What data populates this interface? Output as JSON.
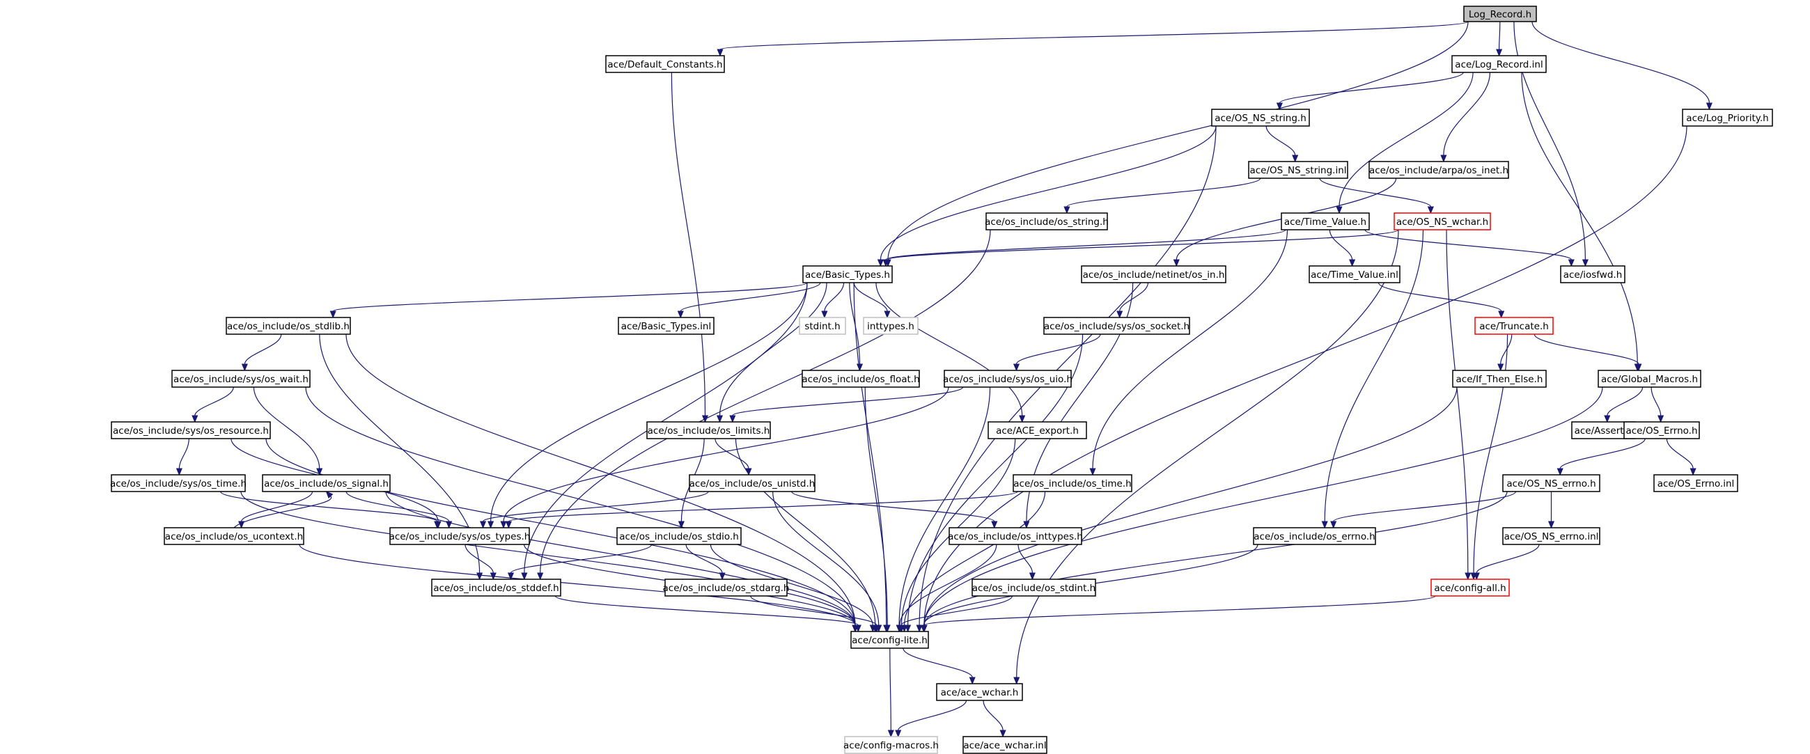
{
  "title": "",
  "colors": {
    "edge": "#191970",
    "root_fill": "#bfbfbf",
    "normal_border": "#000000",
    "truncated_border": "#ff0000",
    "external_border": "#bfbfbf",
    "external_text": "#7f7f7f"
  },
  "nodes": [
    {
      "id": "log_record_h",
      "label": "Log_Record.h",
      "kind": "root"
    },
    {
      "id": "default_constants",
      "label": "ace/Default_Constants.h",
      "kind": "normal"
    },
    {
      "id": "log_record_inl",
      "label": "ace/Log_Record.inl",
      "kind": "normal"
    },
    {
      "id": "log_priority",
      "label": "ace/Log_Priority.h",
      "kind": "normal"
    },
    {
      "id": "os_ns_string_h",
      "label": "ace/OS_NS_string.h",
      "kind": "normal"
    },
    {
      "id": "os_ns_string_inl",
      "label": "ace/OS_NS_string.inl",
      "kind": "normal"
    },
    {
      "id": "arpa_inet",
      "label": "ace/os_include/arpa/os_inet.h",
      "kind": "normal"
    },
    {
      "id": "os_string",
      "label": "ace/os_include/os_string.h",
      "kind": "normal"
    },
    {
      "id": "time_value_h",
      "label": "ace/Time_Value.h",
      "kind": "normal"
    },
    {
      "id": "os_ns_wchar",
      "label": "ace/OS_NS_wchar.h",
      "kind": "truncated"
    },
    {
      "id": "basic_types_h",
      "label": "ace/Basic_Types.h",
      "kind": "normal"
    },
    {
      "id": "netinet_in",
      "label": "ace/os_include/netinet/os_in.h",
      "kind": "normal"
    },
    {
      "id": "time_value_inl",
      "label": "ace/Time_Value.inl",
      "kind": "normal"
    },
    {
      "id": "iosfwd",
      "label": "ace/iosfwd.h",
      "kind": "normal"
    },
    {
      "id": "os_stdlib",
      "label": "ace/os_include/os_stdlib.h",
      "kind": "normal"
    },
    {
      "id": "basic_types_inl",
      "label": "ace/Basic_Types.inl",
      "kind": "normal"
    },
    {
      "id": "stdint",
      "label": "stdint.h",
      "kind": "external"
    },
    {
      "id": "inttypes",
      "label": "inttypes.h",
      "kind": "external"
    },
    {
      "id": "sys_socket",
      "label": "ace/os_include/sys/os_socket.h",
      "kind": "normal"
    },
    {
      "id": "truncate",
      "label": "ace/Truncate.h",
      "kind": "truncated"
    },
    {
      "id": "sys_wait",
      "label": "ace/os_include/sys/os_wait.h",
      "kind": "normal"
    },
    {
      "id": "os_float",
      "label": "ace/os_include/os_float.h",
      "kind": "normal"
    },
    {
      "id": "sys_uio",
      "label": "ace/os_include/sys/os_uio.h",
      "kind": "normal"
    },
    {
      "id": "if_then_else",
      "label": "ace/If_Then_Else.h",
      "kind": "normal"
    },
    {
      "id": "global_macros",
      "label": "ace/Global_Macros.h",
      "kind": "normal"
    },
    {
      "id": "sys_resource",
      "label": "ace/os_include/sys/os_resource.h",
      "kind": "normal"
    },
    {
      "id": "os_limits",
      "label": "ace/os_include/os_limits.h",
      "kind": "normal"
    },
    {
      "id": "ace_export",
      "label": "ace/ACE_export.h",
      "kind": "normal"
    },
    {
      "id": "assert",
      "label": "ace/Assert.h",
      "kind": "normal"
    },
    {
      "id": "os_errno_h",
      "label": "ace/OS_Errno.h",
      "kind": "normal"
    },
    {
      "id": "sys_time",
      "label": "ace/os_include/sys/os_time.h",
      "kind": "normal"
    },
    {
      "id": "os_signal",
      "label": "ace/os_include/os_signal.h",
      "kind": "normal"
    },
    {
      "id": "os_unistd",
      "label": "ace/os_include/os_unistd.h",
      "kind": "normal"
    },
    {
      "id": "os_time",
      "label": "ace/os_include/os_time.h",
      "kind": "normal"
    },
    {
      "id": "os_ns_errno_h",
      "label": "ace/OS_NS_errno.h",
      "kind": "normal"
    },
    {
      "id": "os_errno_inl",
      "label": "ace/OS_Errno.inl",
      "kind": "normal"
    },
    {
      "id": "os_ucontext",
      "label": "ace/os_include/os_ucontext.h",
      "kind": "normal"
    },
    {
      "id": "sys_types",
      "label": "ace/os_include/sys/os_types.h",
      "kind": "normal"
    },
    {
      "id": "os_stdio",
      "label": "ace/os_include/os_stdio.h",
      "kind": "normal"
    },
    {
      "id": "os_inttypes",
      "label": "ace/os_include/os_inttypes.h",
      "kind": "normal"
    },
    {
      "id": "os_include_errno",
      "label": "ace/os_include/os_errno.h",
      "kind": "normal"
    },
    {
      "id": "os_ns_errno_inl",
      "label": "ace/OS_NS_errno.inl",
      "kind": "normal"
    },
    {
      "id": "os_stddef",
      "label": "ace/os_include/os_stddef.h",
      "kind": "normal"
    },
    {
      "id": "os_stdarg",
      "label": "ace/os_include/os_stdarg.h",
      "kind": "normal"
    },
    {
      "id": "os_stdint",
      "label": "ace/os_include/os_stdint.h",
      "kind": "normal"
    },
    {
      "id": "config_all",
      "label": "ace/config-all.h",
      "kind": "truncated"
    },
    {
      "id": "config_lite",
      "label": "ace/config-lite.h",
      "kind": "normal"
    },
    {
      "id": "ace_wchar_h",
      "label": "ace/ace_wchar.h",
      "kind": "normal"
    },
    {
      "id": "config_macros",
      "label": "ace/config-macros.h",
      "kind": "external"
    },
    {
      "id": "ace_wchar_inl",
      "label": "ace/ace_wchar.inl",
      "kind": "normal"
    }
  ],
  "edges": [
    [
      "log_record_h",
      "default_constants"
    ],
    [
      "log_record_h",
      "log_record_inl"
    ],
    [
      "log_record_h",
      "basic_types_h"
    ],
    [
      "log_record_h",
      "iosfwd"
    ],
    [
      "log_record_h",
      "log_priority"
    ],
    [
      "default_constants",
      "os_limits"
    ],
    [
      "log_record_inl",
      "os_ns_string_h"
    ],
    [
      "log_record_inl",
      "arpa_inet"
    ],
    [
      "log_record_inl",
      "time_value_h"
    ],
    [
      "log_record_inl",
      "global_macros"
    ],
    [
      "log_priority",
      "config_lite"
    ],
    [
      "os_ns_string_h",
      "os_ns_string_inl"
    ],
    [
      "os_ns_string_h",
      "basic_types_h"
    ],
    [
      "os_ns_string_h",
      "config_lite"
    ],
    [
      "os_ns_string_inl",
      "os_ns_wchar"
    ],
    [
      "os_ns_string_inl",
      "os_string"
    ],
    [
      "arpa_inet",
      "netinet_in"
    ],
    [
      "os_string",
      "os_stddef"
    ],
    [
      "time_value_h",
      "time_value_inl"
    ],
    [
      "time_value_h",
      "basic_types_h"
    ],
    [
      "time_value_h",
      "iosfwd"
    ],
    [
      "time_value_h",
      "os_time"
    ],
    [
      "os_ns_wchar",
      "basic_types_h"
    ],
    [
      "os_ns_wchar",
      "os_include_errno"
    ],
    [
      "os_ns_wchar",
      "config_all"
    ],
    [
      "os_ns_wchar",
      "ace_wchar_h"
    ],
    [
      "basic_types_h",
      "os_stdlib"
    ],
    [
      "basic_types_h",
      "basic_types_inl"
    ],
    [
      "basic_types_h",
      "stdint"
    ],
    [
      "basic_types_h",
      "inttypes"
    ],
    [
      "basic_types_h",
      "os_float"
    ],
    [
      "basic_types_h",
      "ace_export"
    ],
    [
      "basic_types_h",
      "os_limits"
    ],
    [
      "basic_types_h",
      "sys_types"
    ],
    [
      "basic_types_h",
      "os_stddef"
    ],
    [
      "basic_types_h",
      "config_lite"
    ],
    [
      "netinet_in",
      "sys_socket"
    ],
    [
      "netinet_in",
      "os_inttypes"
    ],
    [
      "time_value_inl",
      "truncate"
    ],
    [
      "os_stdlib",
      "sys_wait"
    ],
    [
      "os_stdlib",
      "os_stddef"
    ],
    [
      "os_stdlib",
      "config_lite"
    ],
    [
      "sys_socket",
      "sys_uio"
    ],
    [
      "sys_socket",
      "config_lite"
    ],
    [
      "truncate",
      "if_then_else"
    ],
    [
      "truncate",
      "global_macros"
    ],
    [
      "truncate",
      "config_all"
    ],
    [
      "sys_wait",
      "sys_resource"
    ],
    [
      "sys_wait",
      "os_signal"
    ],
    [
      "sys_wait",
      "config_lite"
    ],
    [
      "os_float",
      "config_lite"
    ],
    [
      "sys_uio",
      "os_limits"
    ],
    [
      "sys_uio",
      "sys_types"
    ],
    [
      "sys_uio",
      "config_lite"
    ],
    [
      "if_then_else",
      "config_lite"
    ],
    [
      "global_macros",
      "assert"
    ],
    [
      "global_macros",
      "os_errno_h"
    ],
    [
      "global_macros",
      "config_lite"
    ],
    [
      "sys_resource",
      "sys_time"
    ],
    [
      "sys_resource",
      "sys_types"
    ],
    [
      "sys_resource",
      "config_lite"
    ],
    [
      "os_limits",
      "os_unistd"
    ],
    [
      "os_limits",
      "os_stdio"
    ],
    [
      "os_limits",
      "config_lite"
    ],
    [
      "ace_export",
      "config_lite"
    ],
    [
      "os_errno_h",
      "os_errno_inl"
    ],
    [
      "os_errno_h",
      "os_ns_errno_h"
    ],
    [
      "sys_time",
      "sys_types"
    ],
    [
      "sys_time",
      "config_lite"
    ],
    [
      "os_signal",
      "os_ucontext"
    ],
    [
      "os_signal",
      "sys_types"
    ],
    [
      "os_signal",
      "config_lite"
    ],
    [
      "os_ucontext",
      "os_signal"
    ],
    [
      "os_ucontext",
      "config_lite"
    ],
    [
      "os_unistd",
      "sys_types"
    ],
    [
      "os_unistd",
      "os_inttypes"
    ],
    [
      "os_unistd",
      "config_lite"
    ],
    [
      "os_time",
      "sys_types"
    ],
    [
      "os_time",
      "config_lite"
    ],
    [
      "os_ns_errno_h",
      "os_include_errno"
    ],
    [
      "os_ns_errno_h",
      "os_ns_errno_inl"
    ],
    [
      "os_ns_errno_h",
      "config_lite"
    ],
    [
      "os_ns_errno_inl",
      "config_all"
    ],
    [
      "sys_types",
      "os_stddef"
    ],
    [
      "sys_types",
      "config_lite"
    ],
    [
      "os_stdio",
      "os_stdarg"
    ],
    [
      "os_stdio",
      "os_stddef"
    ],
    [
      "os_stdio",
      "config_lite"
    ],
    [
      "os_inttypes",
      "os_stdint"
    ],
    [
      "os_inttypes",
      "config_lite"
    ],
    [
      "os_include_errno",
      "config_lite"
    ],
    [
      "os_stddef",
      "config_lite"
    ],
    [
      "os_stdarg",
      "config_lite"
    ],
    [
      "os_stdint",
      "config_lite"
    ],
    [
      "config_all",
      "config_lite"
    ],
    [
      "config_lite",
      "ace_wchar_h"
    ],
    [
      "config_lite",
      "config_macros"
    ],
    [
      "ace_wchar_h",
      "config_macros"
    ],
    [
      "ace_wchar_h",
      "ace_wchar_inl"
    ]
  ]
}
